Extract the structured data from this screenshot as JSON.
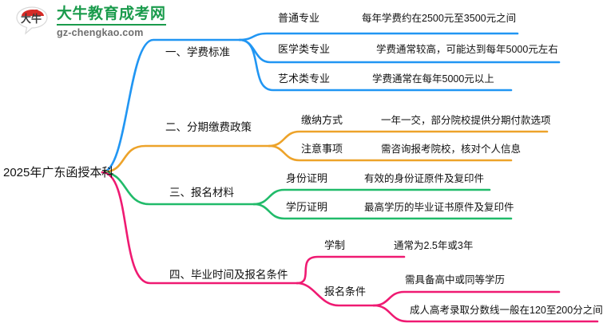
{
  "logo": {
    "mark_text": "大牛",
    "title": "大牛教育成考网",
    "site": "gz-chengkao.com",
    "brand_green": "#1a9b4c",
    "brand_red": "#d62b27"
  },
  "colors": {
    "branch_1": "#2196f3",
    "branch_2": "#eda32a",
    "branch_3": "#21bb6a",
    "branch_4": "#ef1a72"
  },
  "map": {
    "root": "2025年广东函授本科",
    "branches": [
      {
        "label": "一、学费标准",
        "color": "#2196f3",
        "children": [
          {
            "label": "普通专业",
            "detail": "每年学费约在2500元至3500元之间"
          },
          {
            "label": "医学类专业",
            "detail": "学费通常较高，可能达到每年5000元左右"
          },
          {
            "label": "艺术类专业",
            "detail": "学费通常在每年5000元以上"
          }
        ]
      },
      {
        "label": "二、分期缴费政策",
        "color": "#eda32a",
        "children": [
          {
            "label": "缴纳方式",
            "detail": "一年一交，部分院校提供分期付款选项"
          },
          {
            "label": "注意事项",
            "detail": "需咨询报考院校，核对个人信息"
          }
        ]
      },
      {
        "label": "三、报名材料",
        "color": "#21bb6a",
        "children": [
          {
            "label": "身份证明",
            "detail": "有效的身份证原件及复印件"
          },
          {
            "label": "学历证明",
            "detail": "最高学历的毕业证书原件及复印件"
          }
        ]
      },
      {
        "label": "四、毕业时间及报名条件",
        "color": "#ef1a72",
        "children": [
          {
            "label": "学制",
            "detail": "通常为2.5年或3年"
          },
          {
            "label": "报名条件",
            "detail": "",
            "grandchildren": [
              {
                "label": "需具备高中或同等学历"
              },
              {
                "label": "成人高考录取分数线一般在120至200分之间"
              }
            ]
          }
        ]
      }
    ]
  }
}
